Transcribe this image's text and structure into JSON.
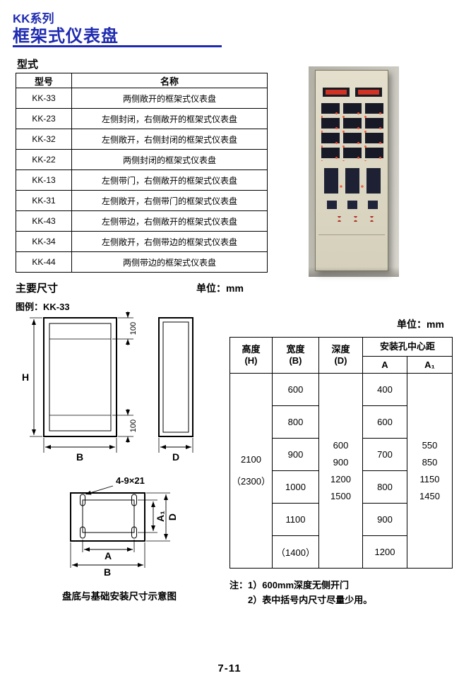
{
  "colors": {
    "title_blue": "#1e2ab0",
    "table_border": "#000000",
    "cabinet_beige": "#ddd8c6",
    "led_red": "#e03424"
  },
  "header": {
    "series": "KK系列",
    "title": "框架式仪表盘"
  },
  "type_section": {
    "heading": "型式",
    "table": {
      "headers": {
        "model": "型号",
        "name": "名称"
      },
      "rows": [
        {
          "model": "KK-33",
          "name": "两侧敞开的框架式仪表盘"
        },
        {
          "model": "KK-23",
          "name": "左侧封闭，右侧敞开的框架式仪表盘"
        },
        {
          "model": "KK-32",
          "name": "左侧敞开，右侧封闭的框架式仪表盘"
        },
        {
          "model": "KK-22",
          "name": "两侧封闭的框架式仪表盘"
        },
        {
          "model": "KK-13",
          "name": "左侧带门，右侧敞开的框架式仪表盘"
        },
        {
          "model": "KK-31",
          "name": "左侧敞开，右侧带门的框架式仪表盘"
        },
        {
          "model": "KK-43",
          "name": "左侧带边，右侧敞开的框架式仪表盘"
        },
        {
          "model": "KK-34",
          "name": "左侧敞开，右侧带边的框架式仪表盘"
        },
        {
          "model": "KK-44",
          "name": "两侧带边的框架式仪表盘"
        }
      ]
    }
  },
  "dims_section": {
    "heading": "主要尺寸",
    "unit": "单位：mm",
    "legend": "图例：KK-33",
    "drawing": {
      "h": "H",
      "b": "B",
      "d": "D",
      "top_rail": "100",
      "bottom_rail": "100",
      "slots": "4-9×21",
      "a": "A",
      "a1": "A₁",
      "base_b": "B",
      "base_d": "D",
      "caption": "盘底与基础安装尺寸示意图"
    }
  },
  "dim_table": {
    "unit": "单位：mm",
    "headers": {
      "height_1": "高度",
      "height_2": "(H)",
      "width_1": "宽度",
      "width_2": "(B)",
      "depth_1": "深度",
      "depth_2": "(D)",
      "mount": "安装孔中心距",
      "a": "A",
      "a1": "A₁"
    },
    "height_lines": [
      "2100",
      "（2300）"
    ],
    "rows": [
      {
        "width": "600",
        "a": "400"
      },
      {
        "width": "800",
        "a": "600"
      },
      {
        "width": "900",
        "a": "700"
      },
      {
        "width": "1000",
        "a": "800"
      },
      {
        "width": "1100",
        "a": "900"
      },
      {
        "width": "（1400）",
        "a": "1200"
      }
    ],
    "depth_lines": [
      "600",
      "900",
      "1200",
      "1500"
    ],
    "a1_lines": [
      "550",
      "850",
      "1150",
      "1450"
    ]
  },
  "notes": {
    "line1": "注：1）600mm深度无侧开门",
    "line2": "2）表中括号内尺寸尽量少用。"
  },
  "footer": {
    "page_number": "7-11"
  }
}
